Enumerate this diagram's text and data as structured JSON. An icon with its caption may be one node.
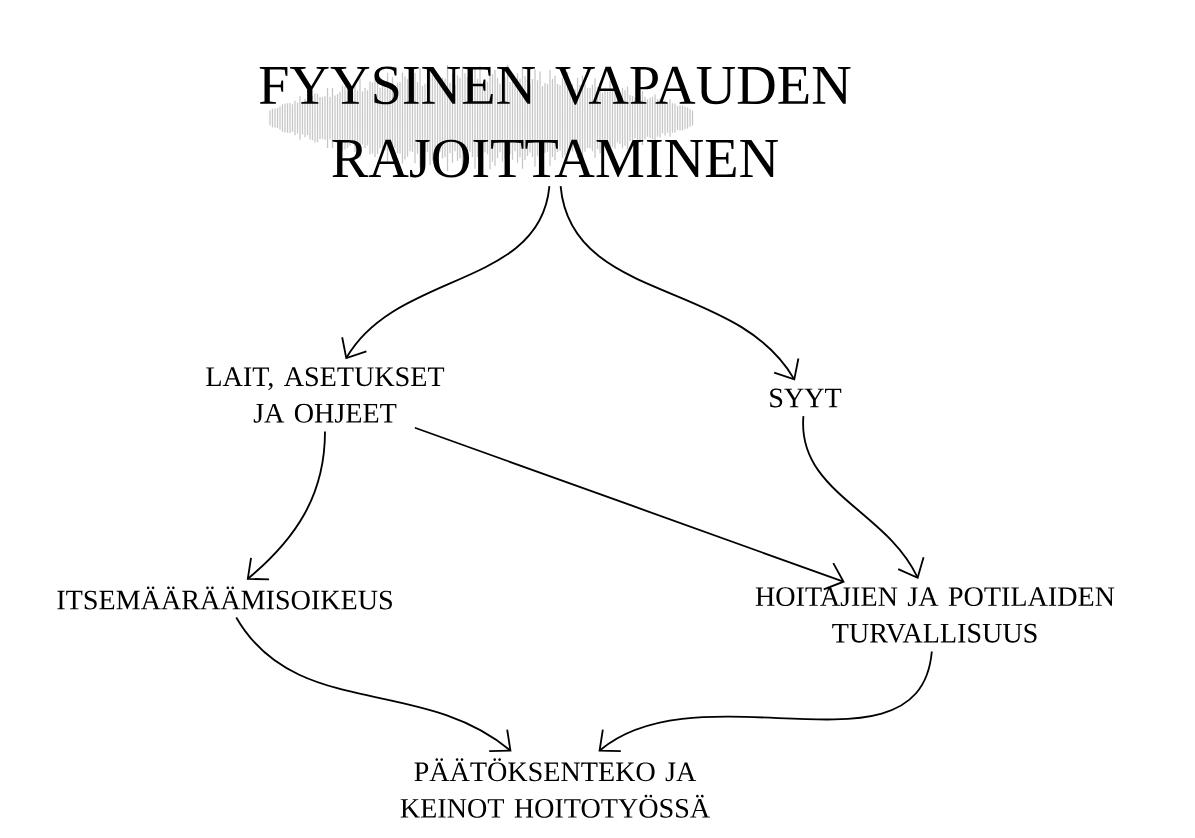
{
  "diagram": {
    "nodes": [
      {
        "text": [
          "FYYSINEN VAPAUDEN RAJOITTAMINEN"
        ]
      },
      {
        "text": [
          "LAIT, ASETUKSET JA OHJEET"
        ]
      },
      {
        "text": [
          "SYYT"
        ]
      },
      {
        "text": [
          "ITSEMÄÄRÄÄMISOIKEUS"
        ]
      },
      {
        "text": [
          "HOITAJIEN JA POTILAIDEN TURVALLISUUS"
        ]
      },
      {
        "text": [
          "PÄÄTÖKSENTEKO JA KEINOT HOITOTYÖSSÄ"
        ]
      }
    ],
    "edges": [
      {
        "from": 0,
        "to": 1,
        "arrow": "to"
      },
      {
        "from": 0,
        "to": 2,
        "arrow": "to"
      },
      {
        "from": 1,
        "to": 3,
        "arrow": "to"
      },
      {
        "from": 1,
        "to": 4,
        "arrow": "to"
      },
      {
        "from": 2,
        "to": 4,
        "arrow": "to"
      },
      {
        "from": 3,
        "to": 5,
        "arrow": "to"
      },
      {
        "from": 4,
        "to": 5,
        "arrow": "to"
      }
    ]
  }
}
